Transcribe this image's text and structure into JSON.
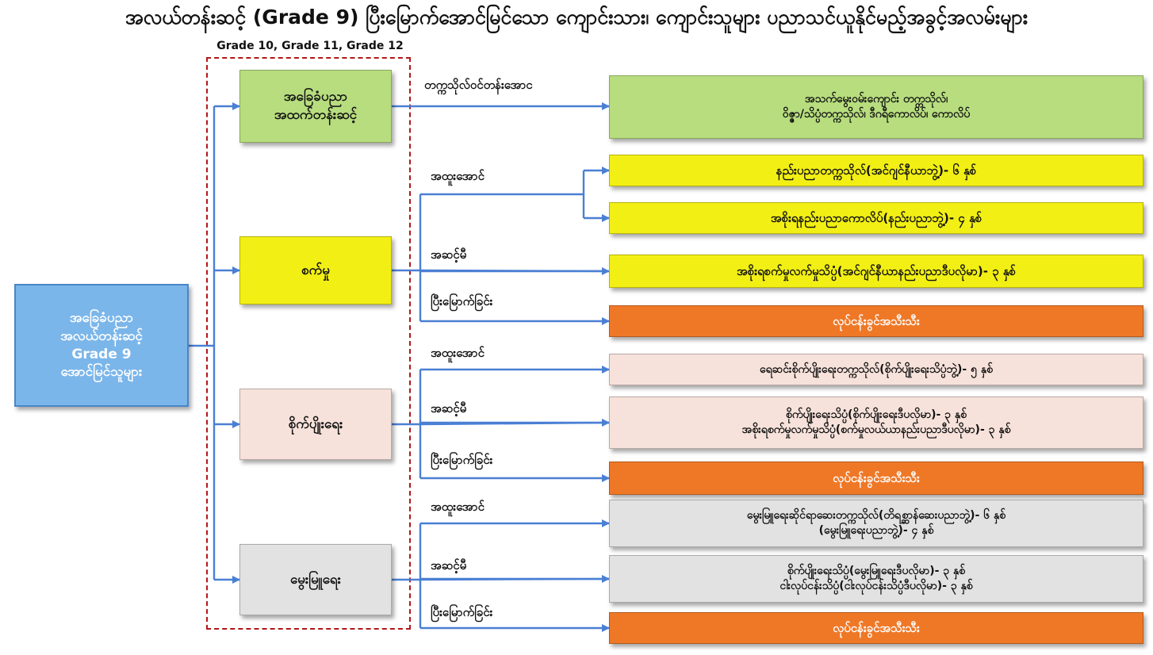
{
  "title": "အလယ်တန်းဆင့် (Grade 9) ပြီးမြောက်အောင်မြင်သော ကျောင်းသား၊ ကျောင်းသူများ ပညာသင်ယူနိုင်မည့်အခွင့်အလမ်းများ",
  "grade_range": "Grade 10, Grade 11, Grade 12",
  "colors": {
    "arrow": "#4a7fd4",
    "dashed_border": "#b01818",
    "source": "#7bb6ea",
    "green": "#b7dd7e",
    "yellow": "#f2ef14",
    "peach": "#f7e2db",
    "gray": "#e2e2e2",
    "orange": "#ef7827"
  },
  "source": {
    "lines": [
      "အခြေခံပညာ",
      "အလယ်တန်းဆင့်",
      "Grade 9",
      "အောင်မြင်သူများ"
    ]
  },
  "streams": [
    {
      "lines": [
        "အခြေခံပညာ",
        "အထက်တန်းဆင့်"
      ],
      "color": "green"
    },
    {
      "lines": [
        "စက်မှု"
      ],
      "color": "yellow"
    },
    {
      "lines": [
        "စိုက်ပျိုးရေး"
      ],
      "color": "peach"
    },
    {
      "lines": [
        "မွေးမြူရေး"
      ],
      "color": "gray"
    }
  ],
  "branch_labels": [
    "တက္ကသိုလ်ဝင်တန်းအောင",
    "အထူးအောင်",
    "အဆင့်မီ",
    "ပြီးမြောက်ခြင်း",
    "အထူးအောင်",
    "အဆင့်မီ",
    "ပြီးမြောက်ခြင်း",
    "အထူးအောင်",
    "အဆင့်မီ",
    "ပြီးမြောက်ခြင်း"
  ],
  "outcomes": [
    {
      "lines": [
        "အသက်မွေးဝမ်းကျောင်း တက္ကသိုလ်၊",
        "ဝိဇ္ဇာ/သိပ္ပံတက္ကသိုလ်၊ ဒီဂရီကောလိပ်၊ ကောလိပ်"
      ],
      "color": "green"
    },
    {
      "lines": [
        "နည်းပညာတက္ကသိုလ်(အင်ဂျင်နီယာဘွဲ့)- ၆ နှစ်"
      ],
      "color": "yellow"
    },
    {
      "lines": [
        "အစိုးရနည်းပညာကောလိပ်(နည်းပညာဘွဲ့)- ၄ နှစ်"
      ],
      "color": "yellow"
    },
    {
      "lines": [
        "အစိုးရစက်မှုလက်မှုသိပ္ပံ(အင်ဂျင်နီယာနည်းပညာဒီပလိုမာ)- ၃ နှစ်"
      ],
      "color": "yellow"
    },
    {
      "lines": [
        "လုပ်ငန်းခွင်အသီးသီး"
      ],
      "color": "orange"
    },
    {
      "lines": [
        "ရေဆင်းစိုက်ပျိုးရေးတက္ကသိုလ်(စိုက်ပျိုးရေးသိပ္ပံဘွဲ့)- ၅ နှစ်"
      ],
      "color": "peach"
    },
    {
      "lines": [
        "စိုက်ပျိုးရေးသိပ္ပံ(စိုက်ပျိုးရေးဒီပလိုမာ)- ၃ နှစ်",
        "အစိုးရစက်မှုလက်မှုသိပ္ပံ(စက်မှုလယ်ယာနည်းပညာဒီပလိုမာ)- ၃ နှစ်"
      ],
      "color": "peach"
    },
    {
      "lines": [
        "လုပ်ငန်းခွင်အသီးသီး"
      ],
      "color": "orange"
    },
    {
      "lines": [
        "မွေးမြူရေးဆိုင်ရာဆေးတက္ကသိုလ်(တိရစ္ဆာန်ဆေးပညာဘွဲ့)- ၆ နှစ်",
        "(မွေးမြူရေးပညာဘွဲ့)- ၄ နှစ်"
      ],
      "color": "gray"
    },
    {
      "lines": [
        "စိုက်ပျိုးရေးသိပ္ပံ(မွေးမြူရေးဒီပလိုမာ)- ၃ နှစ်",
        "ငါးလုပ်ငန်းသိပ္ပံ(ငါးလုပ်ငန်းသိပ္ပံဒီပလိုမာ)- ၃ နှစ်"
      ],
      "color": "gray"
    },
    {
      "lines": [
        "လုပ်ငန်းခွင်အသီးသီး"
      ],
      "color": "orange"
    }
  ]
}
